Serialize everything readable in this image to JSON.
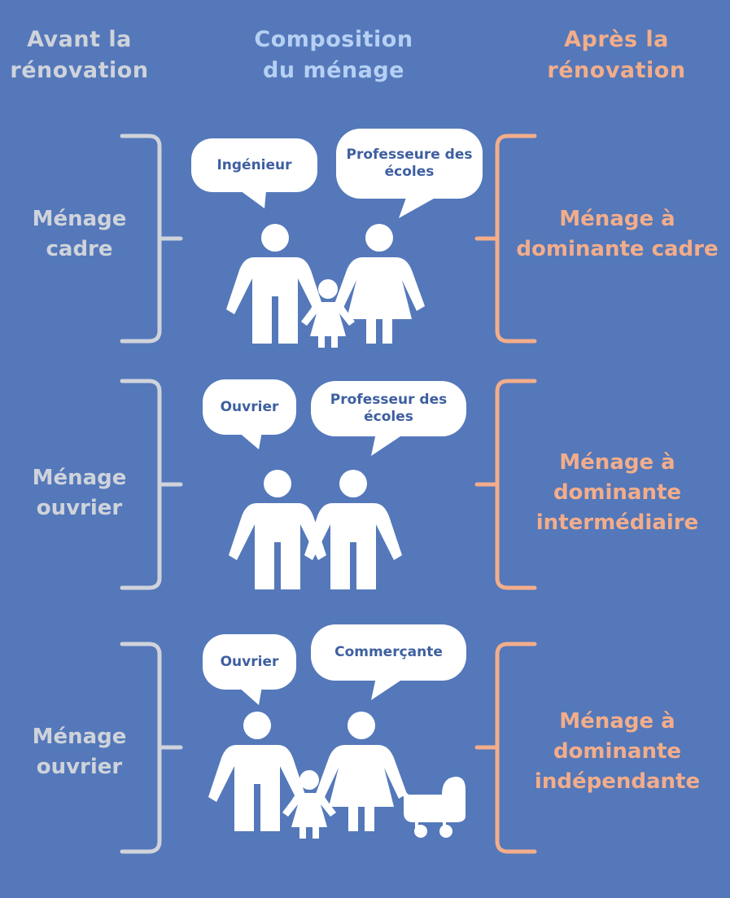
{
  "headers": {
    "before": "Avant la rénovation",
    "middle": "Composition du ménage",
    "after": "Après la rénovation"
  },
  "rows": [
    {
      "before": "Ménage cadre",
      "after": "Ménage à dominante cadre",
      "bubbles": [
        "Ingénieur",
        "Professeure des écoles"
      ]
    },
    {
      "before": "Ménage ouvrier",
      "after": "Ménage à dominante intermédiaire",
      "bubbles": [
        "Ouvrier",
        "Professeur des écoles"
      ]
    },
    {
      "before": "Ménage ouvrier",
      "after": "Ménage à dominante indépendante",
      "bubbles": [
        "Ouvrier",
        "Commerçante"
      ]
    }
  ],
  "colors": {
    "background": "#5478ba",
    "before": "#cfd3da",
    "middle": "#b6d0f4",
    "after": "#f3ad8a",
    "bubble_text": "#3e5fa0",
    "figure": "#ffffff"
  },
  "icons": [
    "bracket-left-icon",
    "bracket-right-icon",
    "speech-bubble-icon",
    "man-icon",
    "woman-icon",
    "girl-icon",
    "stroller-icon"
  ]
}
